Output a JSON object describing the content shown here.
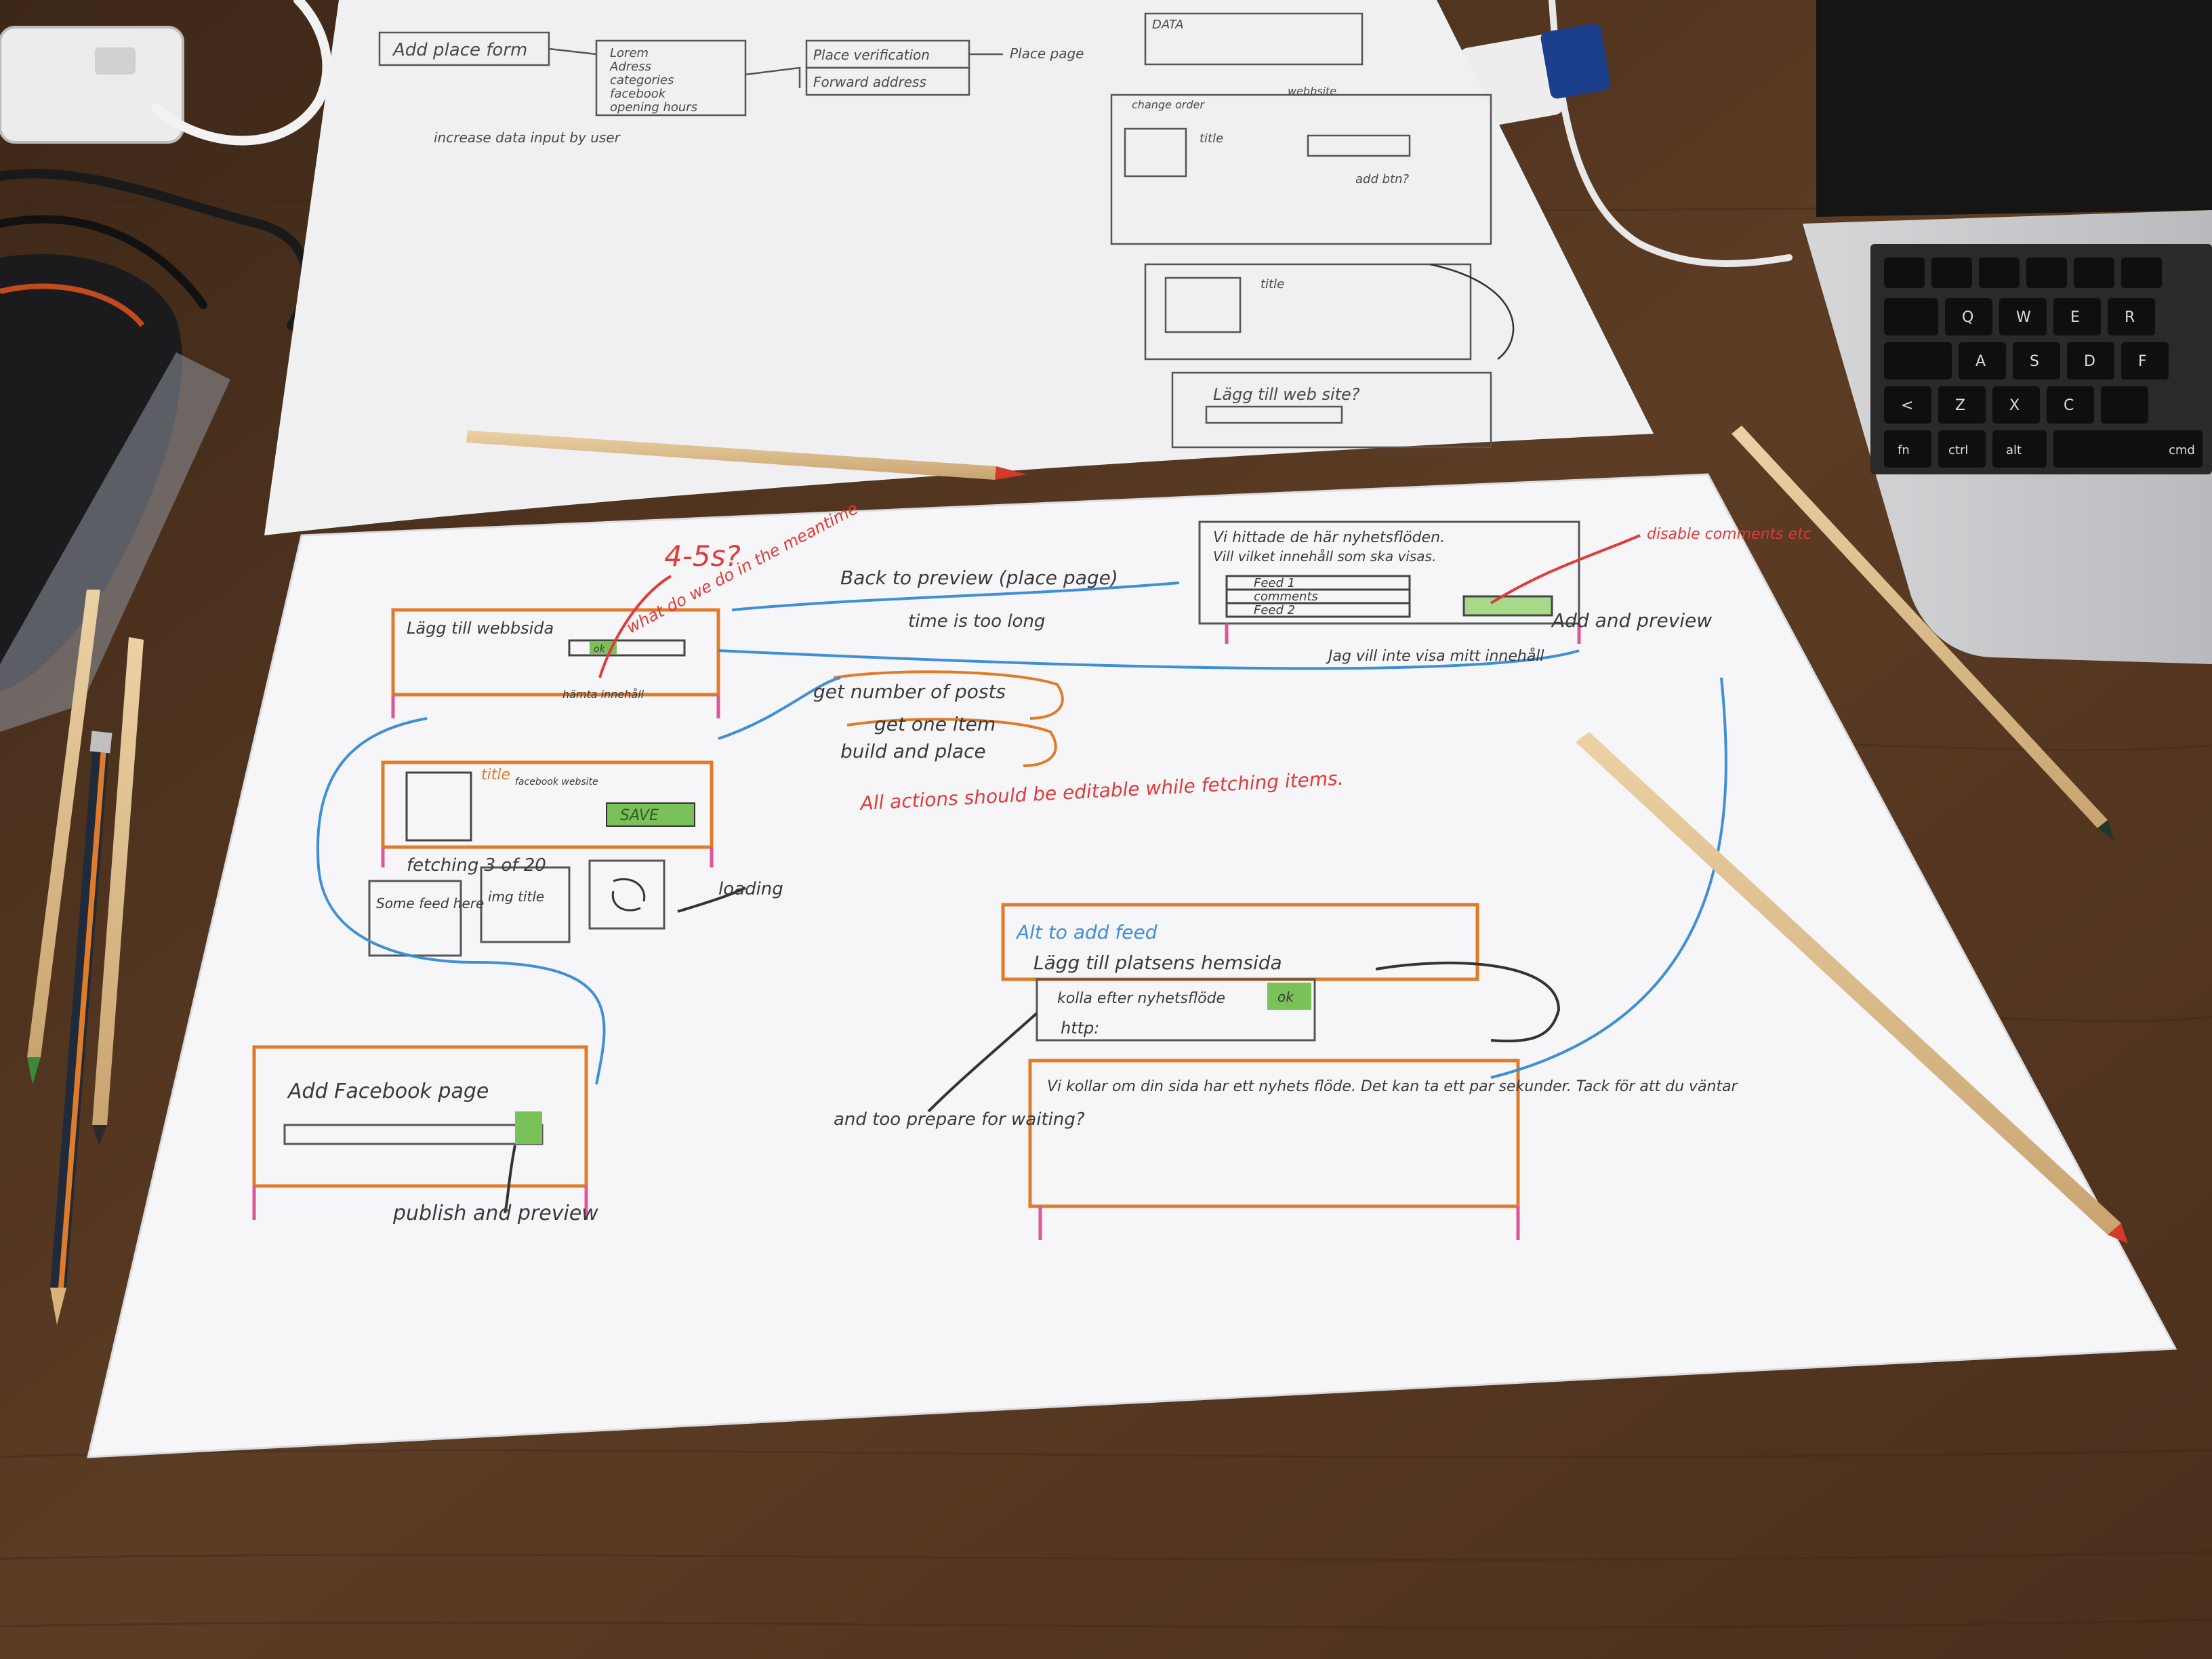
{
  "colors": {
    "desk": "#5a3a22",
    "paper": "#f4f4f6",
    "pencil_ink": "#3a3a3a",
    "orange": "#e07b2a",
    "pink": "#e0559a",
    "blue": "#3f8fd6",
    "red": "#e03a3a",
    "green": "#7ac15a",
    "laptop": "#c9cacc"
  },
  "back_sheet": {
    "flow": {
      "add_place": "Add place form",
      "items": [
        "Lorem",
        "Adress",
        "categories",
        "facebook",
        "opening hours"
      ],
      "steps": [
        "Place verification",
        "Forward address"
      ],
      "place_page": "Place page",
      "data_title": "DATA"
    },
    "note": "increase data input by user",
    "callouts": {
      "change": "change order",
      "web": "webbsite",
      "add_btn": "add btn?"
    },
    "wireframes": {
      "title": "title",
      "prompt": "Lägg till web site?"
    }
  },
  "main_sheet": {
    "question": "4-5s?",
    "what_do": "what do we do in the meantime",
    "back_to_preview": "Back to preview (place page)",
    "time_long": "time is too long",
    "checklist": {
      "line1": "Vi hittade de här nyhetsflöden.",
      "line2": "Vill vilket innehåll som ska visas.",
      "rows": [
        "Feed 1",
        "comments",
        "Feed 2"
      ]
    },
    "disable_comments": "disable comments etc",
    "add_and_preview": "Add and preview",
    "no_content": "Jag vill inte visa mitt innehåll",
    "add_website": {
      "title": "Lägg till webbsida",
      "ok": "ok",
      "note": "hämta innehåll"
    },
    "flow_steps": [
      "get number of posts",
      "get one item",
      "build and place"
    ],
    "editor": {
      "title": "title",
      "save": "SAVE",
      "meta": "facebook website"
    },
    "actions_note": "All actions should be editable while fetching items.",
    "fetching": "fetching 3 of 20",
    "tiles": [
      "Some feed here",
      "img title"
    ],
    "loading": "loading",
    "facebook_box": {
      "title": "Add Facebook page",
      "note": "publish and preview"
    },
    "feed_box": {
      "header": "Alt to add feed",
      "title": "Lägg till platsens hemsida",
      "check": "kolla efter nyhetsflöde",
      "ok": "ok",
      "http": "http:",
      "message": "Vi kollar om din sida har ett nyhets flöde. Det kan ta ett par sekunder. Tack för att du väntar"
    },
    "prepare_note": "and too prepare for waiting?"
  },
  "laptop": {
    "keys_row1": [
      "Q",
      "W",
      "E",
      "R"
    ],
    "keys_row2": [
      "A",
      "S",
      "D",
      "F"
    ],
    "keys_row3": [
      "<",
      "Z",
      "X",
      "C"
    ],
    "keys_fn": [
      "fn",
      "ctrl",
      "alt",
      "cmd"
    ]
  }
}
